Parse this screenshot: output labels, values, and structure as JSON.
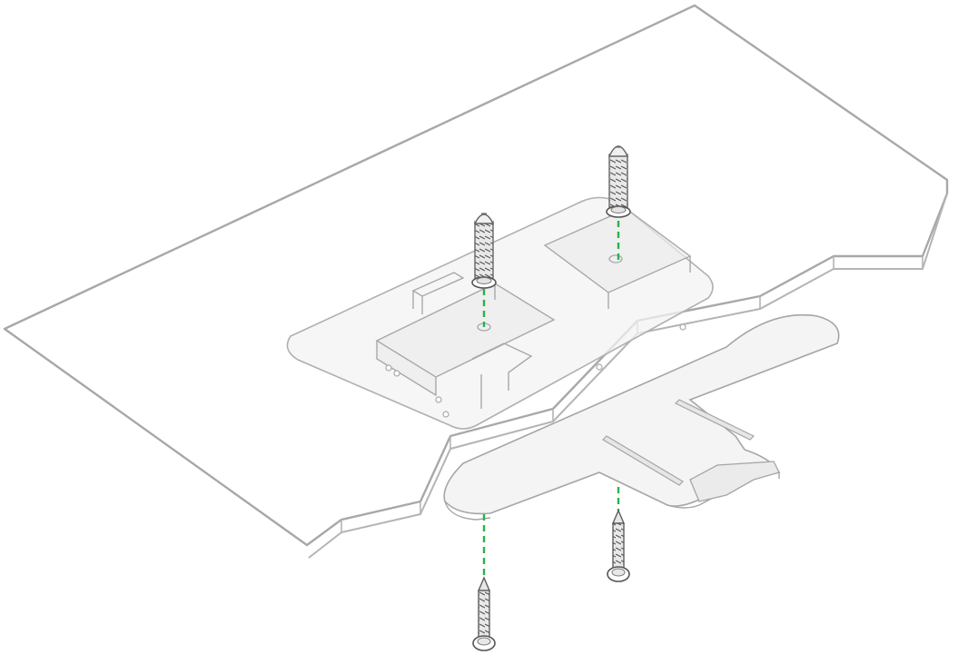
{
  "diagram": {
    "subject": "bracket-mounting-exploded-view",
    "components": [
      {
        "id": "surface-panel",
        "kind": "panel"
      },
      {
        "id": "base-plate",
        "kind": "bracket"
      },
      {
        "id": "anchor-plug-left",
        "kind": "wall-anchor"
      },
      {
        "id": "anchor-plug-right",
        "kind": "wall-anchor"
      },
      {
        "id": "mounting-plate",
        "kind": "cross-plate"
      },
      {
        "id": "screw-left",
        "kind": "screw"
      },
      {
        "id": "screw-right",
        "kind": "screw"
      }
    ],
    "colors": {
      "outline": "#9a9a9a",
      "panel_fill": "#ffffff",
      "plate_fill": "#f2f2f2",
      "guide_line": "#2bb24c",
      "metal": "#e6e6e6"
    }
  }
}
